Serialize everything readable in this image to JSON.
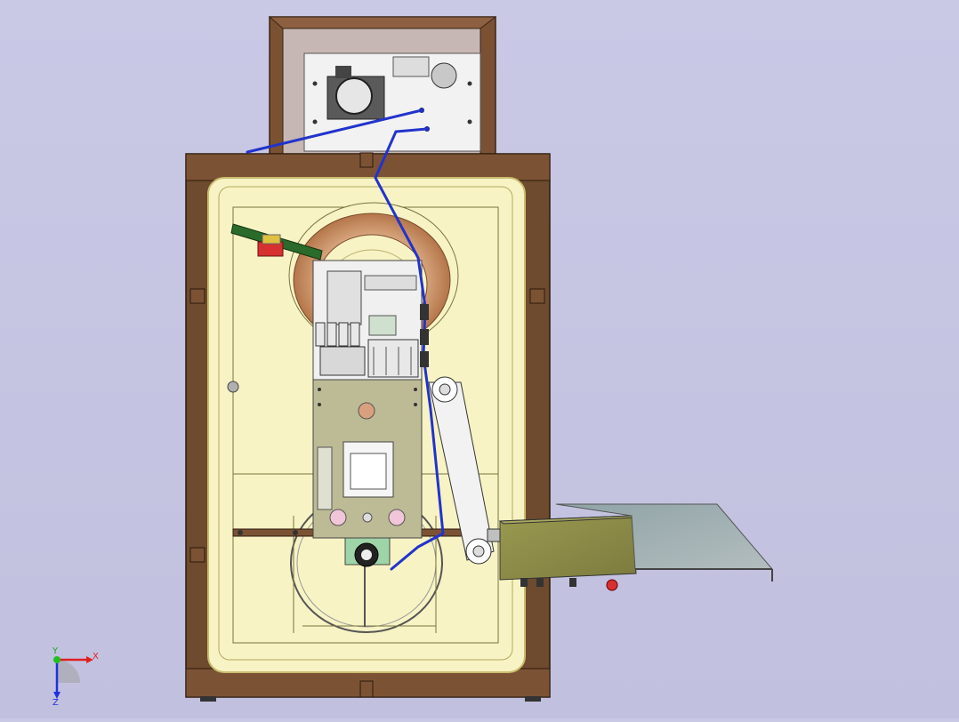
{
  "viewport": {
    "background_color": "#c4c4e1"
  },
  "colors": {
    "cabinet_frame": "#6e4a2e",
    "cabinet_inner": "#f7f3c4",
    "panel_plate": "#bdbb96",
    "box_olive": "#8c8b4c",
    "table_grey": "#a0adaf",
    "wire_blue": "#2233cc",
    "copper_ring": "#c88a5c",
    "x_axis": "#e02020",
    "y_axis": "#20c020",
    "z_axis": "#2030e0"
  },
  "triad": {
    "x_label": "X",
    "y_label": "Y",
    "z_label": "Z"
  }
}
